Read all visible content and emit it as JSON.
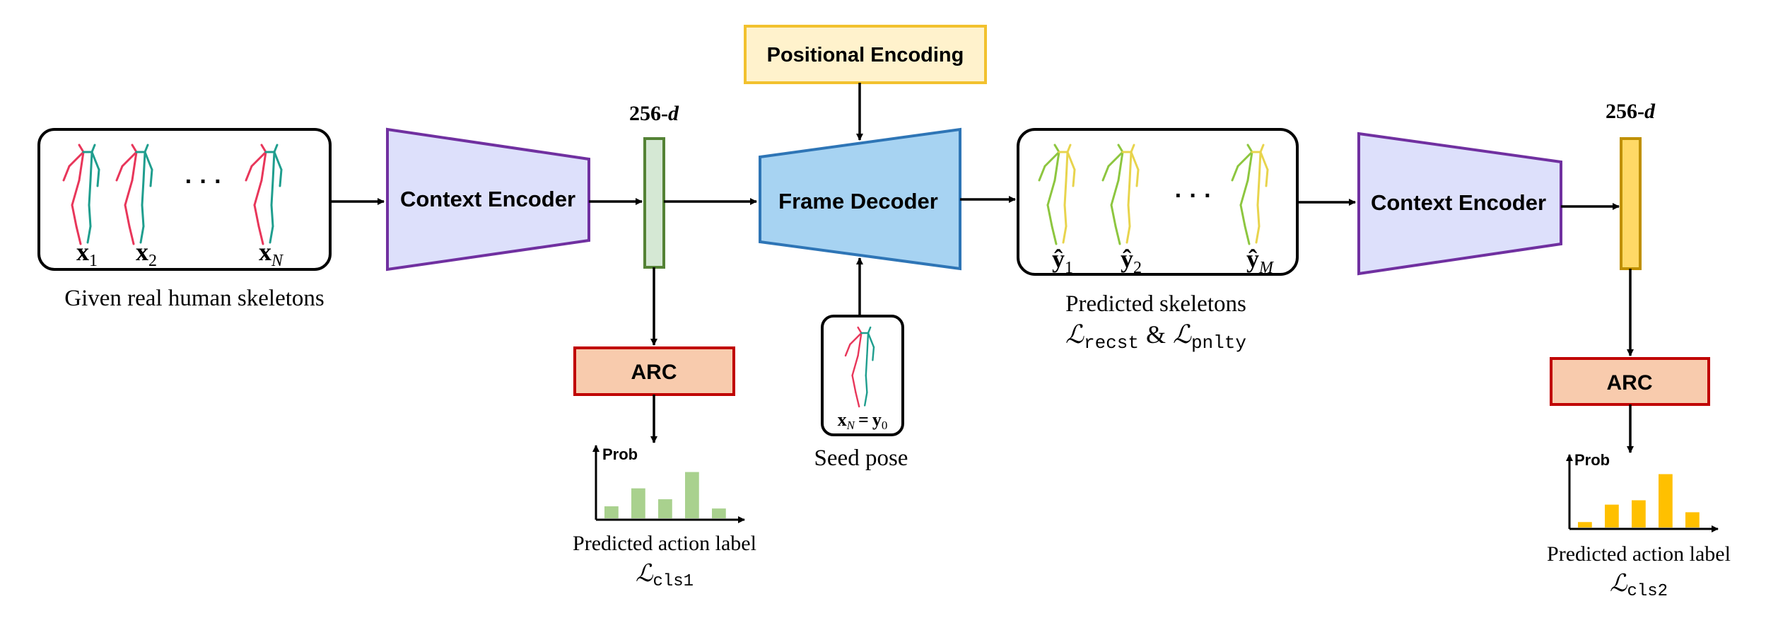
{
  "labels": {
    "context_encoder_1": "Context Encoder",
    "context_encoder_2": "Context Encoder",
    "frame_decoder": "Frame Decoder",
    "positional_encoding": "Positional Encoding",
    "arc_1": "ARC",
    "arc_2": "ARC",
    "dim_1": "256-",
    "dim_2": "256-",
    "dim_var": "d"
  },
  "input_panel": {
    "caption": "Given real human skeletons",
    "x1": "x",
    "x1_sub": "1",
    "x2": "x",
    "x2_sub": "2",
    "xN": "x",
    "xN_sub": "N",
    "ellipsis": "· · ·"
  },
  "output_panel": {
    "caption": "Predicted skeletons",
    "loss_1": "ℒ",
    "loss_1_sub": "recst",
    "amp": "&",
    "loss_2": "ℒ",
    "loss_2_sub": "pnlty",
    "y1": "ŷ",
    "y1_sub": "1",
    "y2": "ŷ",
    "y2_sub": "2",
    "yM": "ŷ",
    "yM_sub": "M",
    "ellipsis": "· · ·"
  },
  "seed": {
    "caption": "Seed pose",
    "eq_left": "x",
    "eq_left_sub": "N",
    "eq_sign": "=",
    "eq_right": "y",
    "eq_right_sub": "0"
  },
  "prob_chart_1": {
    "axis_label": "Prob",
    "caption": "Predicted action label",
    "loss": "ℒ",
    "loss_sub": "cls1",
    "color": "#a9d18e",
    "values": [
      0.22,
      0.55,
      0.35,
      0.85,
      0.18
    ]
  },
  "prob_chart_2": {
    "axis_label": "Prob",
    "caption": "Predicted action label",
    "loss": "ℒ",
    "loss_sub": "cls2",
    "color": "#ffc000",
    "values": [
      0.1,
      0.42,
      0.5,
      0.98,
      0.28
    ]
  },
  "colors": {
    "encoder_fill": "#dde0fb",
    "encoder_stroke": "#7030a0",
    "decoder_fill": "#a7d3f2",
    "decoder_stroke": "#2e75b6",
    "posenc_fill": "#fff2cc",
    "posenc_stroke": "#f2c12e",
    "arc_fill": "#f8cbad",
    "arc_stroke": "#c00000",
    "vec1_fill": "#d5e8d4",
    "vec1_stroke": "#548235",
    "vec2_fill": "#ffd966",
    "vec2_stroke": "#bf9000",
    "skel_real_a": "#e8365a",
    "skel_real_b": "#1f9e8e",
    "skel_pred_a": "#8dc63f",
    "skel_pred_b": "#e8d44d"
  }
}
